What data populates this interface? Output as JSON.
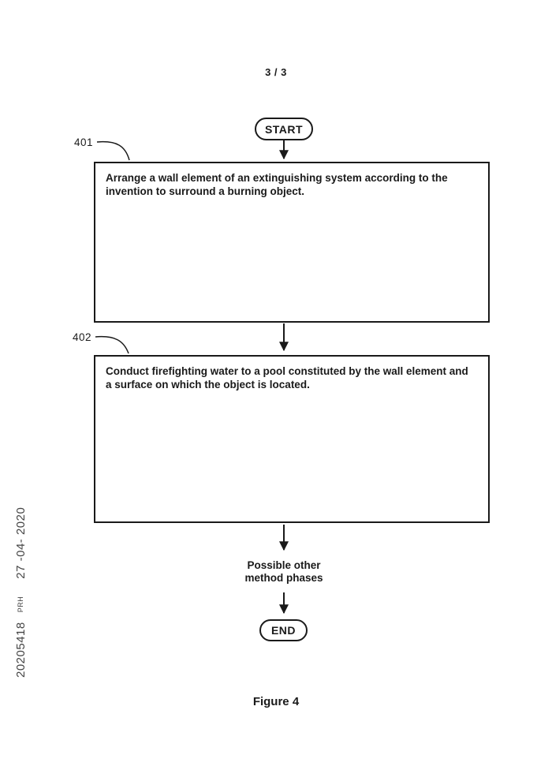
{
  "page": {
    "sheet_number": "3 / 3",
    "figure_caption": "Figure 4"
  },
  "stamp": {
    "number": "20205418",
    "office": "PRH",
    "date": "27 -04- 2020"
  },
  "flowchart": {
    "start_label": "START",
    "end_label": "END",
    "steps": [
      {
        "ref": "401",
        "text": "Arrange a wall element of an extinguishing system according to the invention to surround a burning object."
      },
      {
        "ref": "402",
        "text": "Conduct firefighting water to a pool constituted by the wall element and a surface on which the object is located."
      }
    ],
    "note_lines": [
      "Possible other",
      "method phases"
    ]
  },
  "colors": {
    "line": "#1a1a1a",
    "text": "#1a1a1a",
    "stamp_text": "#444444",
    "background": "#ffffff"
  }
}
